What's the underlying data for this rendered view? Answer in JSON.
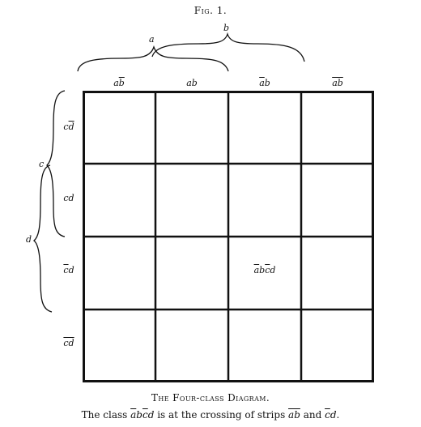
{
  "figure_label": "Fig. 1.",
  "brace_labels": {
    "a": "a",
    "b": "b",
    "c": "c",
    "d": "d"
  },
  "columns": [
    {
      "base": "a",
      "mark": "b"
    },
    {
      "base": "ab",
      "mark": ""
    },
    {
      "base": "b",
      "mark": "a"
    },
    {
      "base": "",
      "mark": "ab"
    }
  ],
  "rows": [
    {
      "base": "c",
      "mark": "d"
    },
    {
      "base": "cd",
      "mark": ""
    },
    {
      "base": "d",
      "mark": "c"
    },
    {
      "base": "",
      "mark": "cd"
    }
  ],
  "grid": {
    "rows": 4,
    "cols": 4
  },
  "highlight_cell": {
    "row": 2,
    "col": 2,
    "parts": [
      "a",
      "b",
      "c",
      "d"
    ],
    "barred": [
      true,
      false,
      true,
      false
    ]
  },
  "caption": {
    "title": "The Four-class Diagram.",
    "text_prefix": "The class ",
    "class_name": "abcd",
    "text_middle": " is at the crossing of strips ",
    "strip_1": "ab",
    "text_and": " and ",
    "strip_2": "cd",
    "text_suffix": "."
  }
}
